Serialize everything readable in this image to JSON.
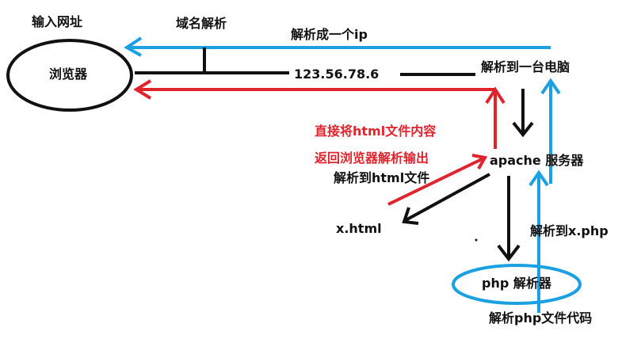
{
  "labels": {
    "input_url": "输入网址",
    "domain_resolve": "域名解析",
    "resolve_to_ip": "解析成一个ip",
    "browser": "浏览器",
    "ip": "123.56.78.6",
    "resolve_to_computer": "解析到一台电脑",
    "return_html_line1": "直接将html文件内容",
    "return_html_line2": "返回浏览器解析输出",
    "apache_server": "apache 服务器",
    "resolve_to_html": "解析到html文件",
    "html_file": "x.html",
    "resolve_to_php": "解析到x.php",
    "php_parser": "php 解析器",
    "parse_php": "解析php文件代码"
  },
  "colors": {
    "blue": "#1ba1e2",
    "red": "#e0242e",
    "black": "#111111"
  }
}
